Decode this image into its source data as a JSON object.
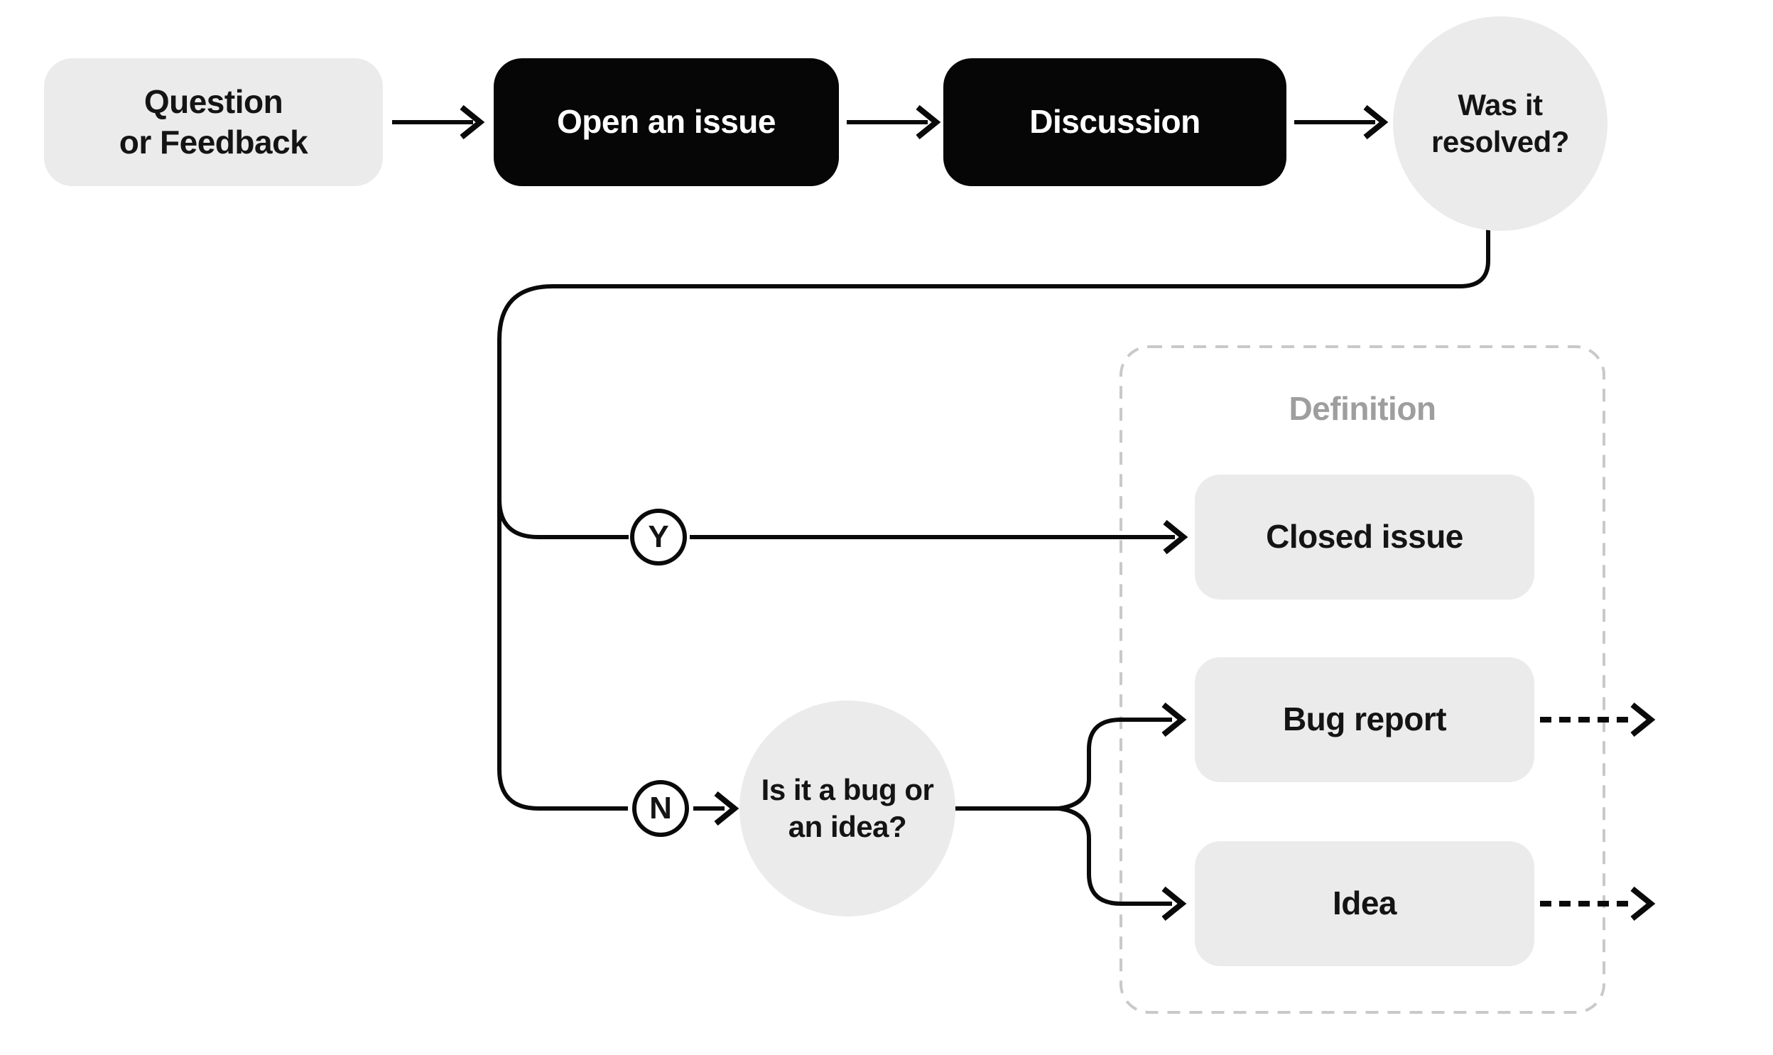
{
  "nodes": {
    "question_feedback": {
      "label": "Question\nor Feedback"
    },
    "open_issue": {
      "label": "Open an issue"
    },
    "discussion": {
      "label": "Discussion"
    },
    "was_resolved": {
      "label": "Was it\nresolved?"
    },
    "branch_yes": {
      "label": "Y"
    },
    "branch_no": {
      "label": "N"
    },
    "bug_or_idea": {
      "label": "Is it a bug or\nan idea?"
    },
    "closed_issue": {
      "label": "Closed issue"
    },
    "bug_report": {
      "label": "Bug report"
    },
    "idea": {
      "label": "Idea"
    },
    "group_definition": {
      "label": "Definition"
    }
  },
  "edges": [
    {
      "from": "question_feedback",
      "to": "open_issue",
      "style": "solid",
      "branch": null
    },
    {
      "from": "open_issue",
      "to": "discussion",
      "style": "solid",
      "branch": null
    },
    {
      "from": "discussion",
      "to": "was_resolved",
      "style": "solid",
      "branch": null
    },
    {
      "from": "was_resolved",
      "to": "closed_issue",
      "style": "solid",
      "branch": "Y"
    },
    {
      "from": "was_resolved",
      "to": "bug_or_idea",
      "style": "solid",
      "branch": "N"
    },
    {
      "from": "bug_or_idea",
      "to": "bug_report",
      "style": "solid",
      "branch": null
    },
    {
      "from": "bug_or_idea",
      "to": "idea",
      "style": "solid",
      "branch": null
    },
    {
      "from": "bug_report",
      "to": null,
      "style": "dashed",
      "branch": null
    },
    {
      "from": "idea",
      "to": null,
      "style": "dashed",
      "branch": null
    }
  ],
  "colors": {
    "background": "#ffffff",
    "node_light_fill": "#ebebeb",
    "node_dark_fill": "#060606",
    "node_dark_text": "#ffffff",
    "node_text": "#141414",
    "line": "#0a0a0a",
    "group_border": "#c9c9c9",
    "group_label": "#9e9e9e"
  }
}
